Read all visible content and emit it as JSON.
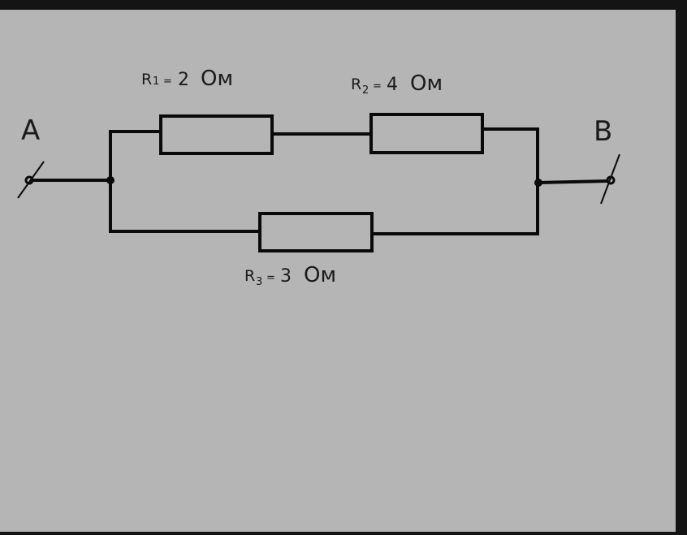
{
  "diagram": {
    "terminals": {
      "a": "A",
      "b": "B"
    },
    "resistors": [
      {
        "name": "R",
        "index": "1",
        "eq": "=",
        "value": "2",
        "unit": "Ом"
      },
      {
        "name": "R",
        "index": "2",
        "eq": "=",
        "value": "4",
        "unit": "Ом"
      },
      {
        "name": "R",
        "index": "3",
        "eq": "=",
        "value": "3",
        "unit": "Ом"
      }
    ],
    "colors": {
      "background": "#b5b5b5",
      "frame": "#141414",
      "wire": "#0a0a0a"
    }
  }
}
